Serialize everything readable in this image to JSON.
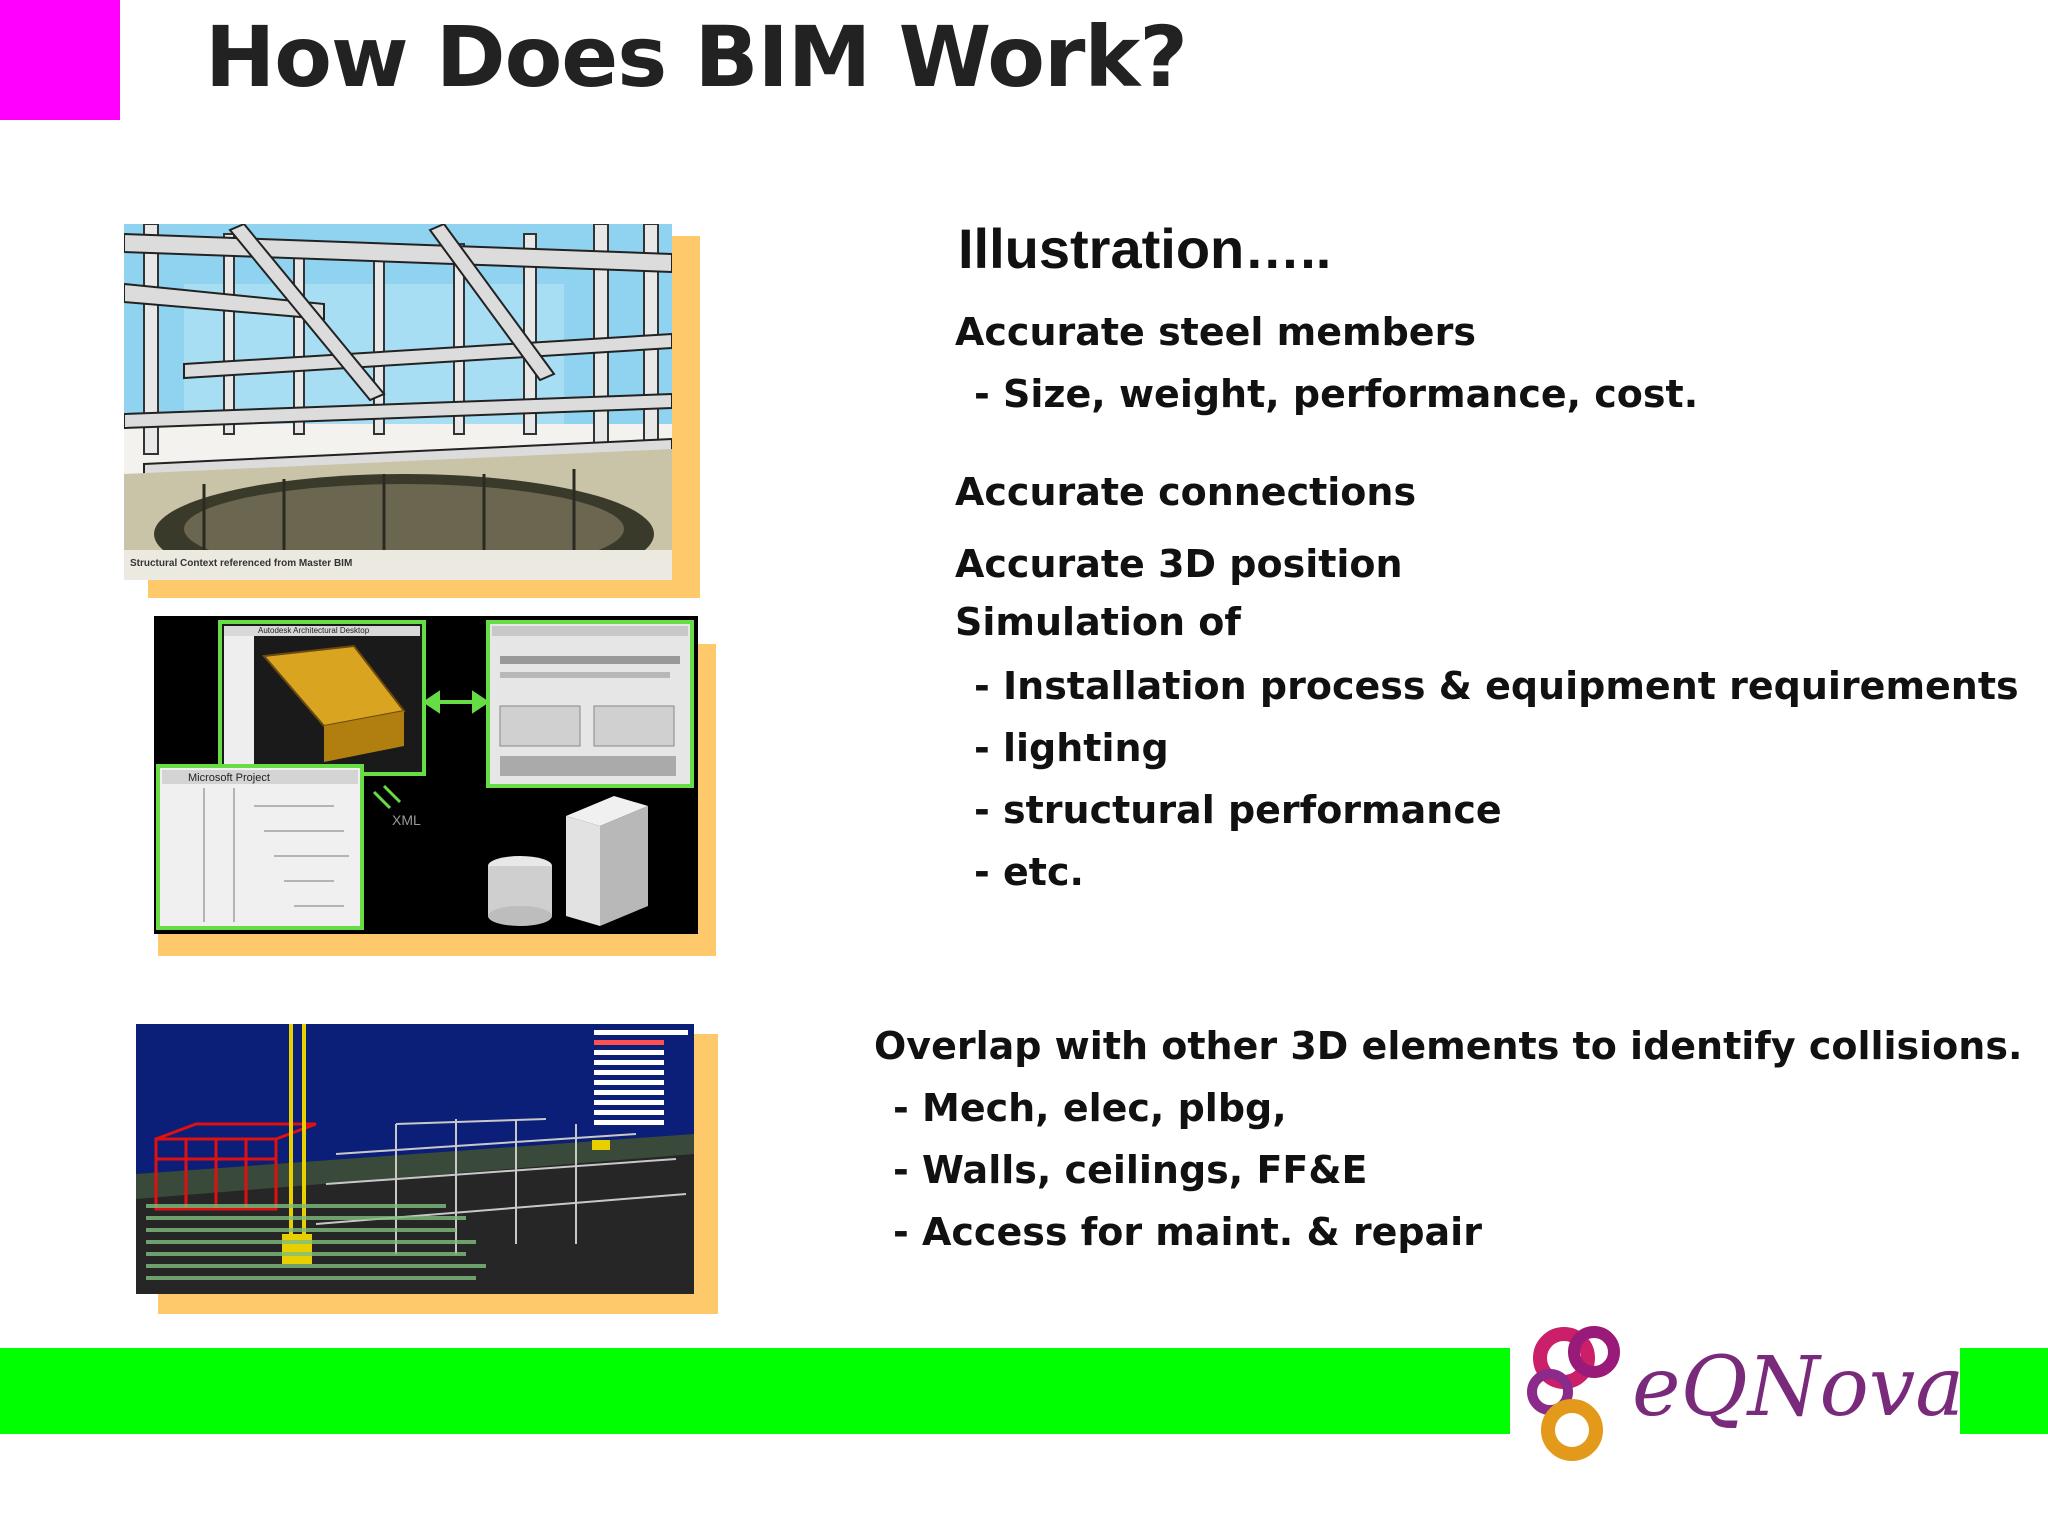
{
  "slide": {
    "title": "How Does BIM Work?",
    "illustration_heading": "Illustration…..",
    "lines": [
      "Accurate steel members",
      "- Size, weight, performance, cost.",
      "Accurate connections",
      "Accurate 3D position",
      "Simulation of",
      "- Installation process & equipment requirements",
      "- lighting",
      "- structural performance",
      "- etc."
    ],
    "collision": {
      "heading": "Overlap with other 3D elements to identify collisions.",
      "items": [
        "- Mech, elec, plbg,",
        "- Walls, ceilings, FF&E",
        "- Access for maint. & repair"
      ]
    }
  },
  "images": {
    "steel_caption": "Structural Context referenced from Master BIM",
    "project_window_title": "Microsoft Project",
    "arch_window_title": "Autodesk Architectural Desktop",
    "xml_label": "XML"
  },
  "logo": {
    "text": "eQNova"
  },
  "colors": {
    "accent_magenta": "#ff00ff",
    "footer_green": "#00ff00",
    "image_shadow": "#fdc96b",
    "frame_green": "#66dd44",
    "logo_purple": "#7a2a7a"
  }
}
